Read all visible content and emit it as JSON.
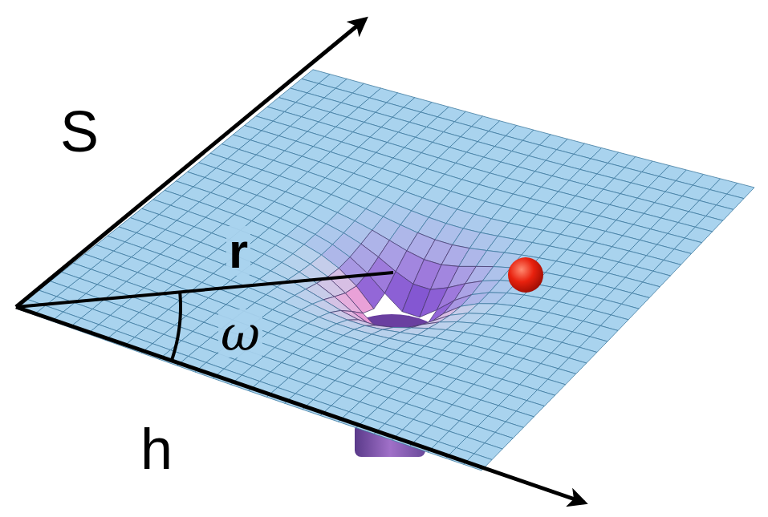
{
  "diagram": {
    "labels": [
      "S",
      "r",
      "ω",
      "h"
    ]
  }
}
